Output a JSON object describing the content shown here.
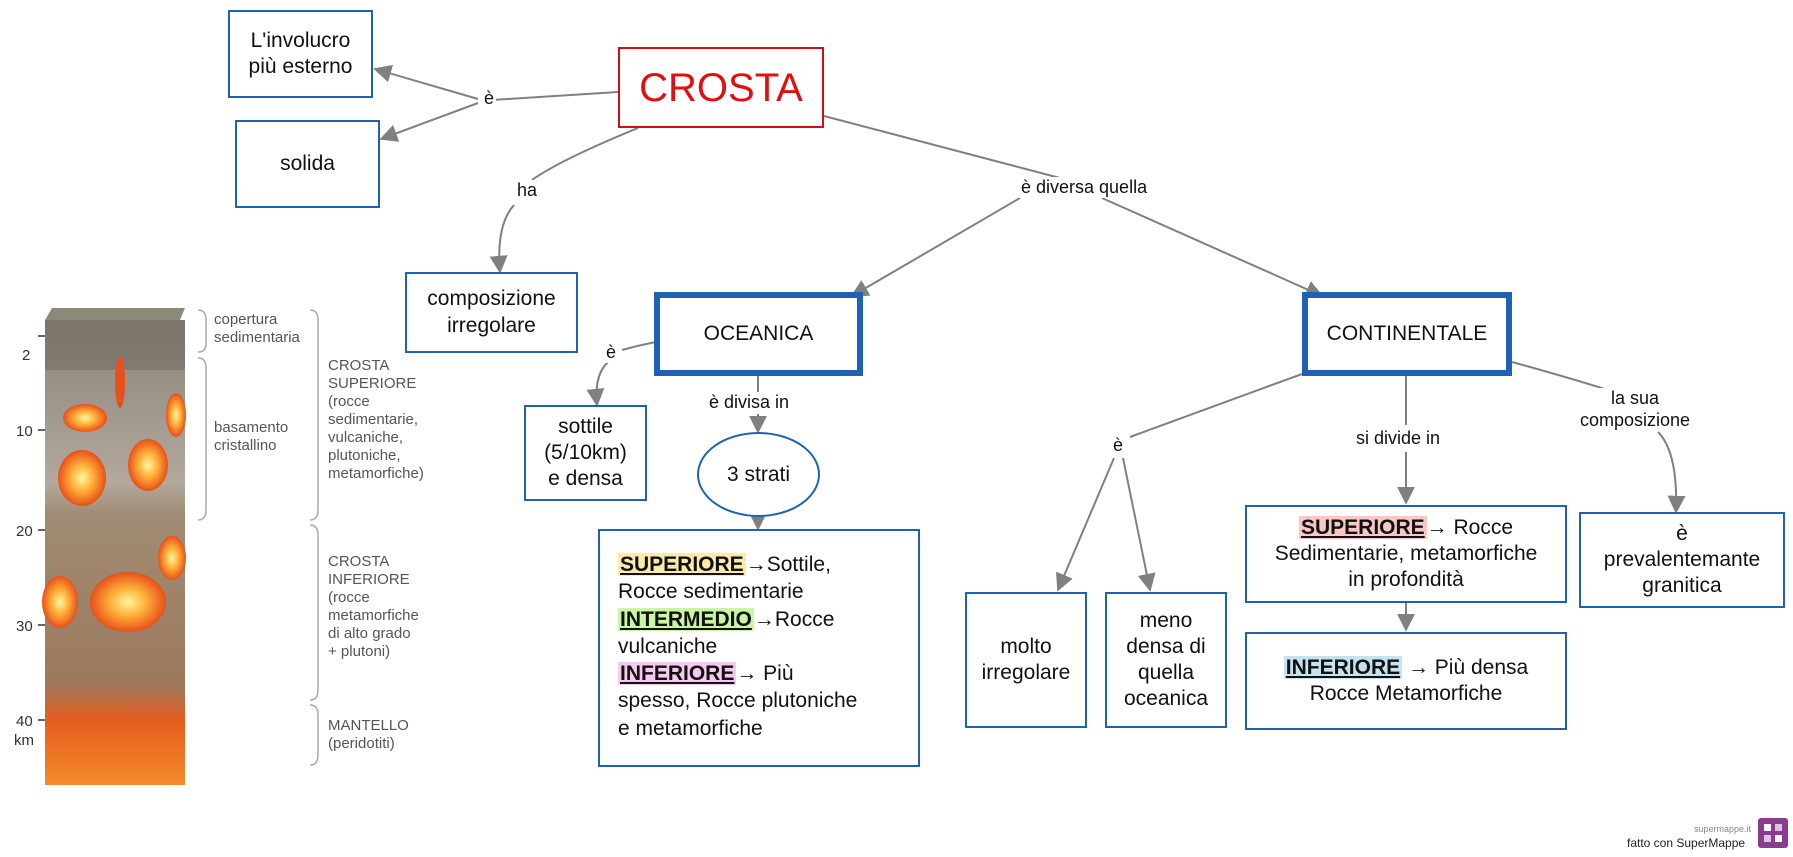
{
  "root": {
    "title": "CROSTA"
  },
  "nodes": {
    "involucro": "L'involucro\npiù esterno",
    "solida": "solida",
    "composizione": "composizione\nirregolare",
    "oceanica": "OCEANICA",
    "continentale": "CONTINENTALE",
    "sottile": "sottile\n(5/10km)\ne densa",
    "tre_strati": "3 strati",
    "molto_irregolare": "molto\nirregolare",
    "meno_densa": "meno\ndensa di\nquella\noceanica",
    "granitica": "è\nprevalentemante\ngranitica"
  },
  "oceanic_layers": {
    "sup_tag": "SUPERIORE",
    "sup_text": "→Sottile,\nRocce sedimentarie",
    "int_tag": "INTERMEDIO",
    "int_text": "→Rocce\nvulcaniche",
    "inf_tag": "INFERIORE",
    "inf_text": "→ Più\nspesso, Rocce plutoniche\ne metamorfiche"
  },
  "continental_layers": {
    "sup_tag": "SUPERIORE",
    "sup_text": "→ Rocce\nSedimentarie, metamorfiche\nin profondità",
    "inf_tag": "INFERIORE",
    "inf_text": " → Più densa\nRocce Metamorfiche"
  },
  "links": {
    "e1": "è",
    "ha": "ha",
    "diversa": "è diversa quella",
    "e2": "è",
    "divisa": "è divisa in",
    "e3": "è",
    "si_divide": "si divide in",
    "sua_comp": "la sua\ncomposizione"
  },
  "illustration": {
    "ticks": [
      "2",
      "10",
      "20",
      "30",
      "40",
      "km"
    ],
    "annotations": {
      "copertura": [
        "copertura",
        "sedimentaria"
      ],
      "basamento": [
        "basamento",
        "cristallino"
      ],
      "crosta_sup": [
        "CROSTA",
        "SUPERIORE",
        "(rocce",
        "sedimentarie,",
        "vulcaniche,",
        "plutoniche,",
        "metamorfiche)"
      ],
      "crosta_inf": [
        "CROSTA",
        "INFERIORE",
        "(rocce",
        "metamorfiche",
        "di alto grado",
        "+ plutoni)"
      ],
      "mantello": [
        "MANTELLO",
        "(peridotiti)"
      ]
    }
  },
  "footer": {
    "small": "supermappe.it",
    "made_with": "fatto con SuperMappe"
  },
  "colors": {
    "root_border": "#d01010",
    "root_text": "#e01010",
    "node_border": "#1f62b3",
    "arrow": "#808080",
    "hl_yellow": "#fde9a9",
    "hl_green": "#c9f5a4",
    "hl_pink": "#f7c9f0",
    "hl_salmon": "#f8c9c4",
    "hl_blue": "#c5e3ef"
  }
}
